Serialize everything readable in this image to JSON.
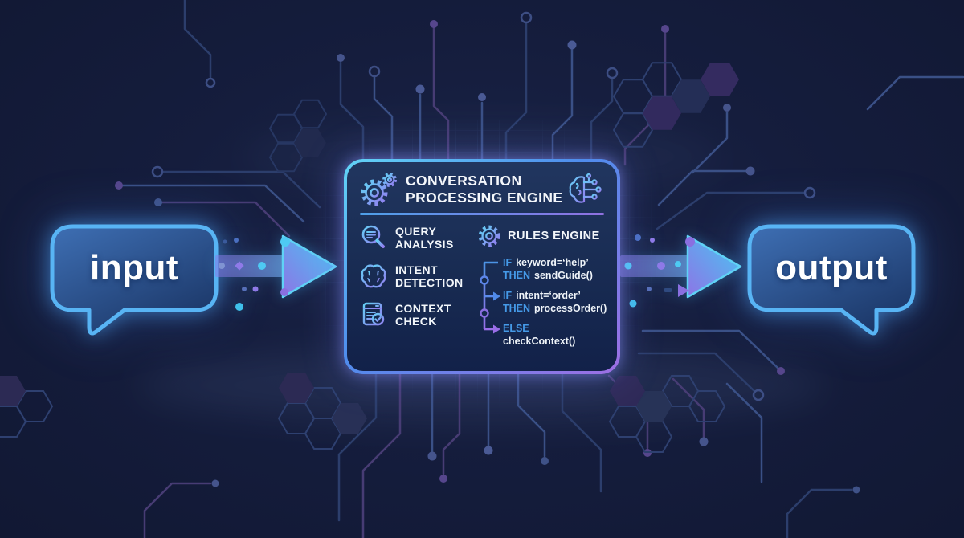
{
  "diagram": {
    "background_decorations": [
      "circuit-traces",
      "hexagon-cluster",
      "data-flow-dots",
      "glow-grid"
    ],
    "input_bubble": {
      "label": "input"
    },
    "output_bubble": {
      "label": "output"
    },
    "flow_arrows": [
      "input-to-engine-arrow",
      "engine-to-output-arrow"
    ],
    "panel": {
      "title": "CONVERSATION PROCESSING ENGINE",
      "left_header_icon": "gears-icon",
      "right_header_icon": "brain-circuit-icon",
      "modules": [
        {
          "icon": "magnifier-icon",
          "label": "QUERY ANALYSIS"
        },
        {
          "icon": "brain-icon",
          "label": "INTENT DETECTION"
        },
        {
          "icon": "document-check-icon",
          "label": "CONTEXT CHECK"
        }
      ],
      "rules_engine": {
        "icon": "gear-icon",
        "label": "RULES ENGINE",
        "rules": [
          {
            "line1_keyword": "IF",
            "line1_code": "keyword=‘help’",
            "line2_keyword": "THEN",
            "line2_code": "sendGuide()"
          },
          {
            "line1_keyword": "IF",
            "line1_code": "intent=‘order’",
            "line2_keyword": "THEN",
            "line2_code": "processOrder()"
          },
          {
            "line1_keyword": "ELSE",
            "line1_code": "",
            "line2_keyword": "",
            "line2_code": "checkContext()"
          }
        ]
      }
    },
    "colors": {
      "background": "#131a37",
      "panel_border_cyan": "#5ecbf4",
      "panel_border_purple": "#9a6ee4",
      "panel_fill": "#182b52",
      "bubble_border": "#58b4f4",
      "keyword_blue": "#3f93e3",
      "accent_cyan": "#4ecaf3",
      "accent_purple": "#8f7ae8",
      "text": "#f2f6fa"
    }
  }
}
